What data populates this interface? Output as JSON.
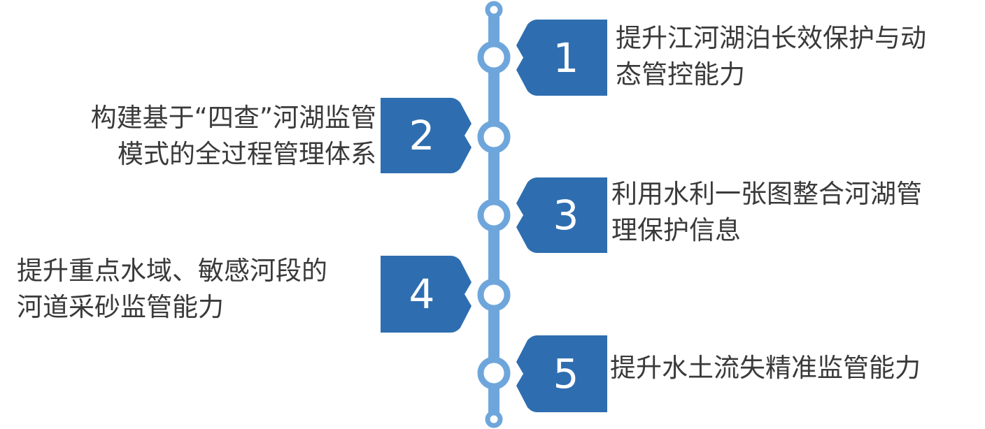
{
  "colors": {
    "accent": "#2e6eb0",
    "line": "#6ea6dc",
    "text": "#3a3a3a",
    "background": "#ffffff"
  },
  "steps": [
    {
      "number": "1",
      "side": "right",
      "lines": [
        "提升江河湖泊长效保护与动",
        "态管控能力"
      ]
    },
    {
      "number": "2",
      "side": "left",
      "lines": [
        "构建基于“四查”河湖监管",
        "模式的全过程管理体系"
      ]
    },
    {
      "number": "3",
      "side": "right",
      "lines": [
        "利用水利一张图整合河湖管",
        "理保护信息"
      ]
    },
    {
      "number": "4",
      "side": "left",
      "lines": [
        "提升重点水域、敏感河段的",
        "河道采砂监管能力"
      ]
    },
    {
      "number": "5",
      "side": "right",
      "lines": [
        "提升水土流失精准监管能力"
      ]
    }
  ]
}
